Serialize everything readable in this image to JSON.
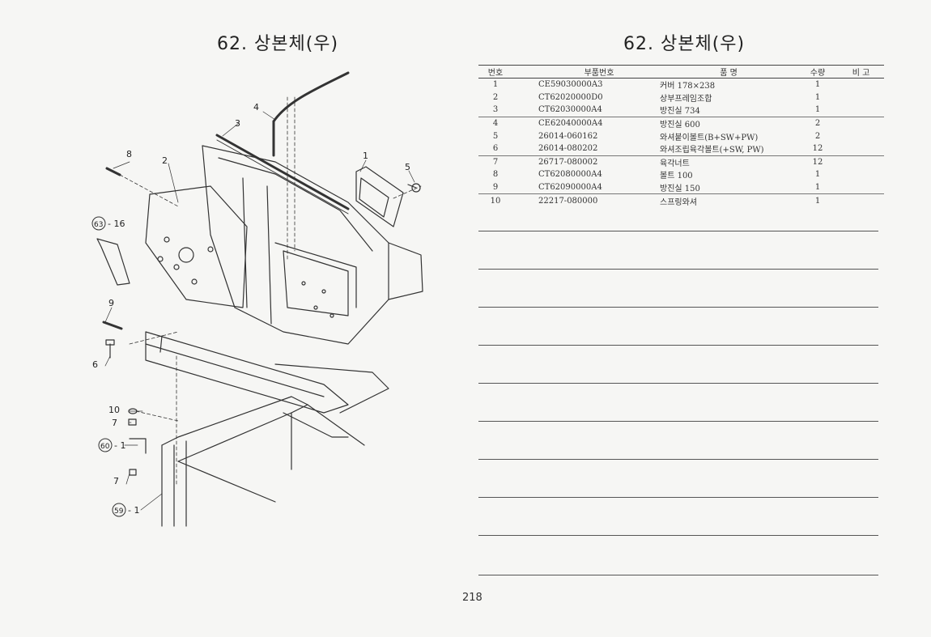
{
  "title_left": "62. 상본체(우)",
  "title_right": "62. 상본체(우)",
  "table": {
    "headers": {
      "no": "번호",
      "part_no": "부품번호",
      "name": "품      명",
      "qty": "수량",
      "remarks": "비  고"
    },
    "rows": [
      {
        "no": "1",
        "part_no": "CE59030000A3",
        "name": "커버 178×238",
        "qty": "1"
      },
      {
        "no": "2",
        "part_no": "CT62020000D0",
        "name": "상부프레임조합",
        "qty": "1"
      },
      {
        "no": "3",
        "part_no": "CT62030000A4",
        "name": "방진실 734",
        "qty": "1"
      },
      {
        "no": "4",
        "part_no": "CE62040000A4",
        "name": "방진실 600",
        "qty": "2"
      },
      {
        "no": "5",
        "part_no": "26014-060162",
        "name": "와셔붙이볼트(B+SW+PW)",
        "qty": "2"
      },
      {
        "no": "6",
        "part_no": "26014-080202",
        "name": "와셔조립육각볼트(+SW, PW)",
        "qty": "12"
      },
      {
        "no": "7",
        "part_no": "26717-080002",
        "name": "육각너트",
        "qty": "12"
      },
      {
        "no": "8",
        "part_no": "CT62080000A4",
        "name": "볼트 100",
        "qty": "1"
      },
      {
        "no": "9",
        "part_no": "CT62090000A4",
        "name": "방진실 150",
        "qty": "1"
      },
      {
        "no": "10",
        "part_no": "22217-080000",
        "name": "스프링와셔",
        "qty": "1"
      }
    ]
  },
  "callouts": {
    "c1": "1",
    "c2": "2",
    "c3": "3",
    "c4": "4",
    "c5": "5",
    "c6": "6",
    "c7a": "7",
    "c7b": "7",
    "c8": "8",
    "c9": "9",
    "c10": "10",
    "ref63": "63",
    "ref63_suffix": "- 16",
    "ref60": "60",
    "ref60_suffix": "- 1",
    "ref59": "59",
    "ref59_suffix": "- 1"
  },
  "page_number": "218"
}
